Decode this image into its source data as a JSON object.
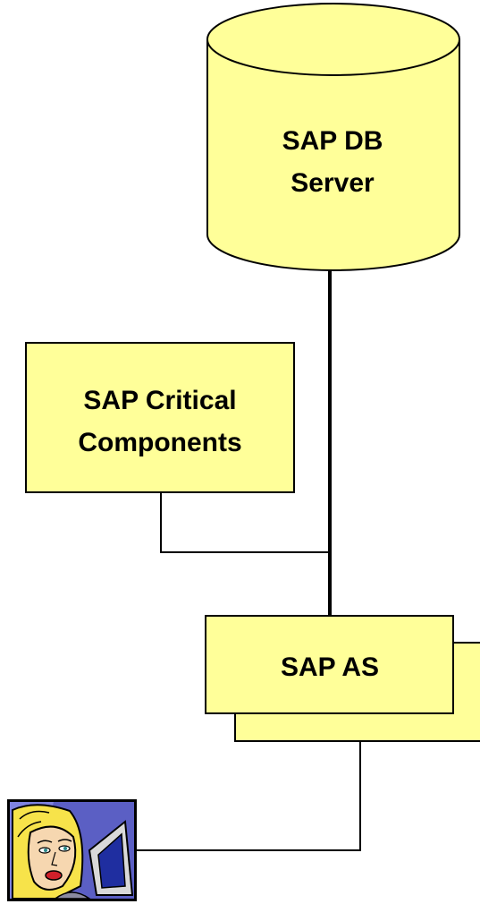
{
  "diagram": {
    "db_server": {
      "line1": "SAP DB",
      "line2": "Server"
    },
    "critical_components": {
      "line1": "SAP Critical",
      "line2": "Components"
    },
    "app_server": {
      "label": "SAP AS"
    },
    "user": {
      "icon": "user-at-computer-icon"
    }
  },
  "colors": {
    "node_fill": "#ffff99",
    "line": "#000000",
    "background": "#ffffff"
  }
}
